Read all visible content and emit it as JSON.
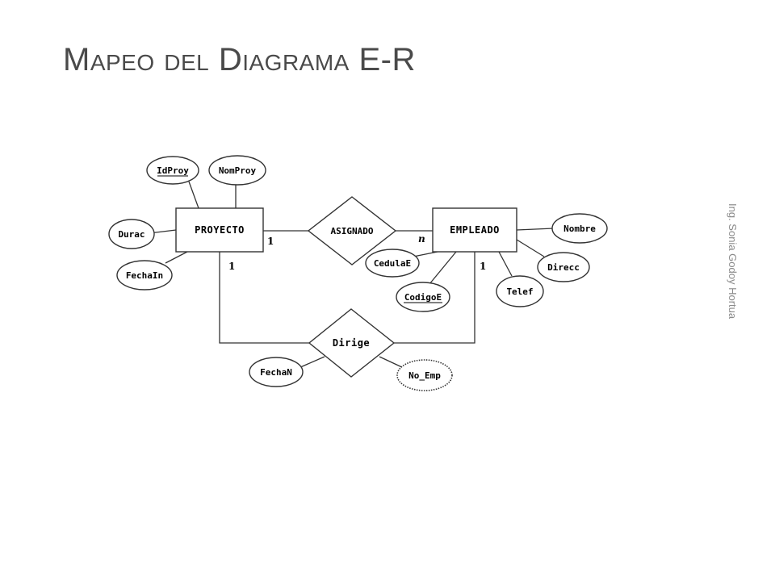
{
  "slide": {
    "title": "Mapeo del Diagrama E-R",
    "author": "Ing. Sonia Godoy Hortua"
  },
  "diagram": {
    "entities": {
      "proyecto": "PROYECTO",
      "empleado": "EMPLEADO"
    },
    "relationships": {
      "asignado": "ASIGNADO",
      "dirige": "Dirige"
    },
    "attributes": {
      "idproy": "IdProy",
      "nomproy": "NomProy",
      "durac": "Durac",
      "fechain": "FechaIn",
      "nombre": "Nombre",
      "direcc": "Direcc",
      "telef": "Telef",
      "cedulae": "CedulaE",
      "codigoe": "CodigoE",
      "fechan": "FechaN",
      "no_emp": "No_Emp"
    },
    "cardinalities": {
      "proyecto_asignado": "1",
      "empleado_asignado": "n",
      "proyecto_dirige": "1",
      "empleado_dirige": "1"
    }
  }
}
